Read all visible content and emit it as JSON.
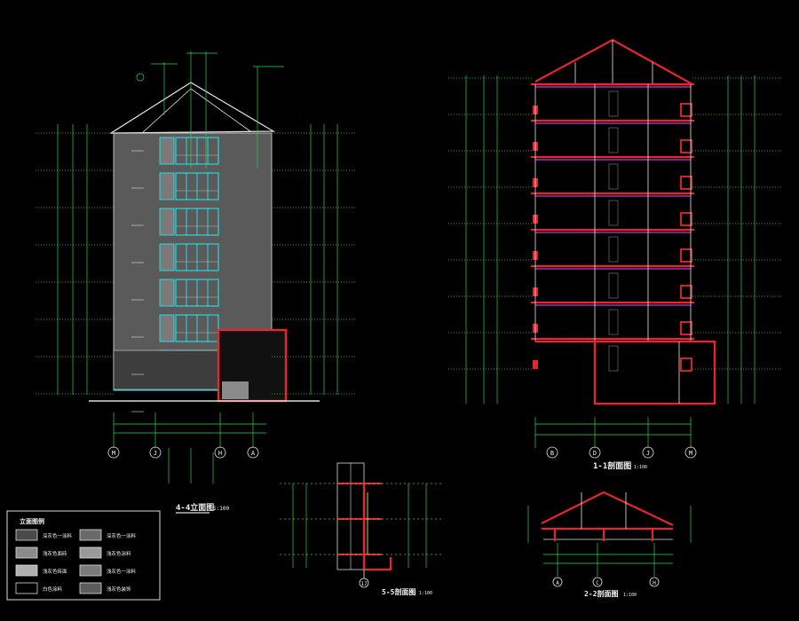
{
  "titles": {
    "elevation": "4-4立面图",
    "elevation_scale": "1:100",
    "section_1": "1-1剖面图",
    "section_1_scale": "1:100",
    "section_2": "2-2剖面图",
    "section_2_scale": "1:100",
    "section_5": "5-5剖面图",
    "section_5_scale": "1:100"
  },
  "grid_axes": {
    "elevation": [
      "M",
      "J",
      "H",
      "A"
    ],
    "section_1": [
      "B",
      "D",
      "J",
      "M"
    ],
    "section_2": [
      "A",
      "C",
      "H"
    ],
    "section_5": [
      "17"
    ]
  },
  "legend": {
    "title": "立面图例",
    "items": [
      "深灰色一涂料",
      "深灰色一涂料",
      "浅灰色面砖",
      "浅灰色涂料",
      "浅灰色砖面",
      "浅灰色一涂料",
      "白色涂料",
      "浅灰色装饰"
    ]
  },
  "colors": {
    "background": "#000000",
    "dimension": "#2fd44f",
    "window": "#2ad6de",
    "section_cut": "#e3262f",
    "facade": "#5a5a5a",
    "text": "#f2f2f2"
  }
}
